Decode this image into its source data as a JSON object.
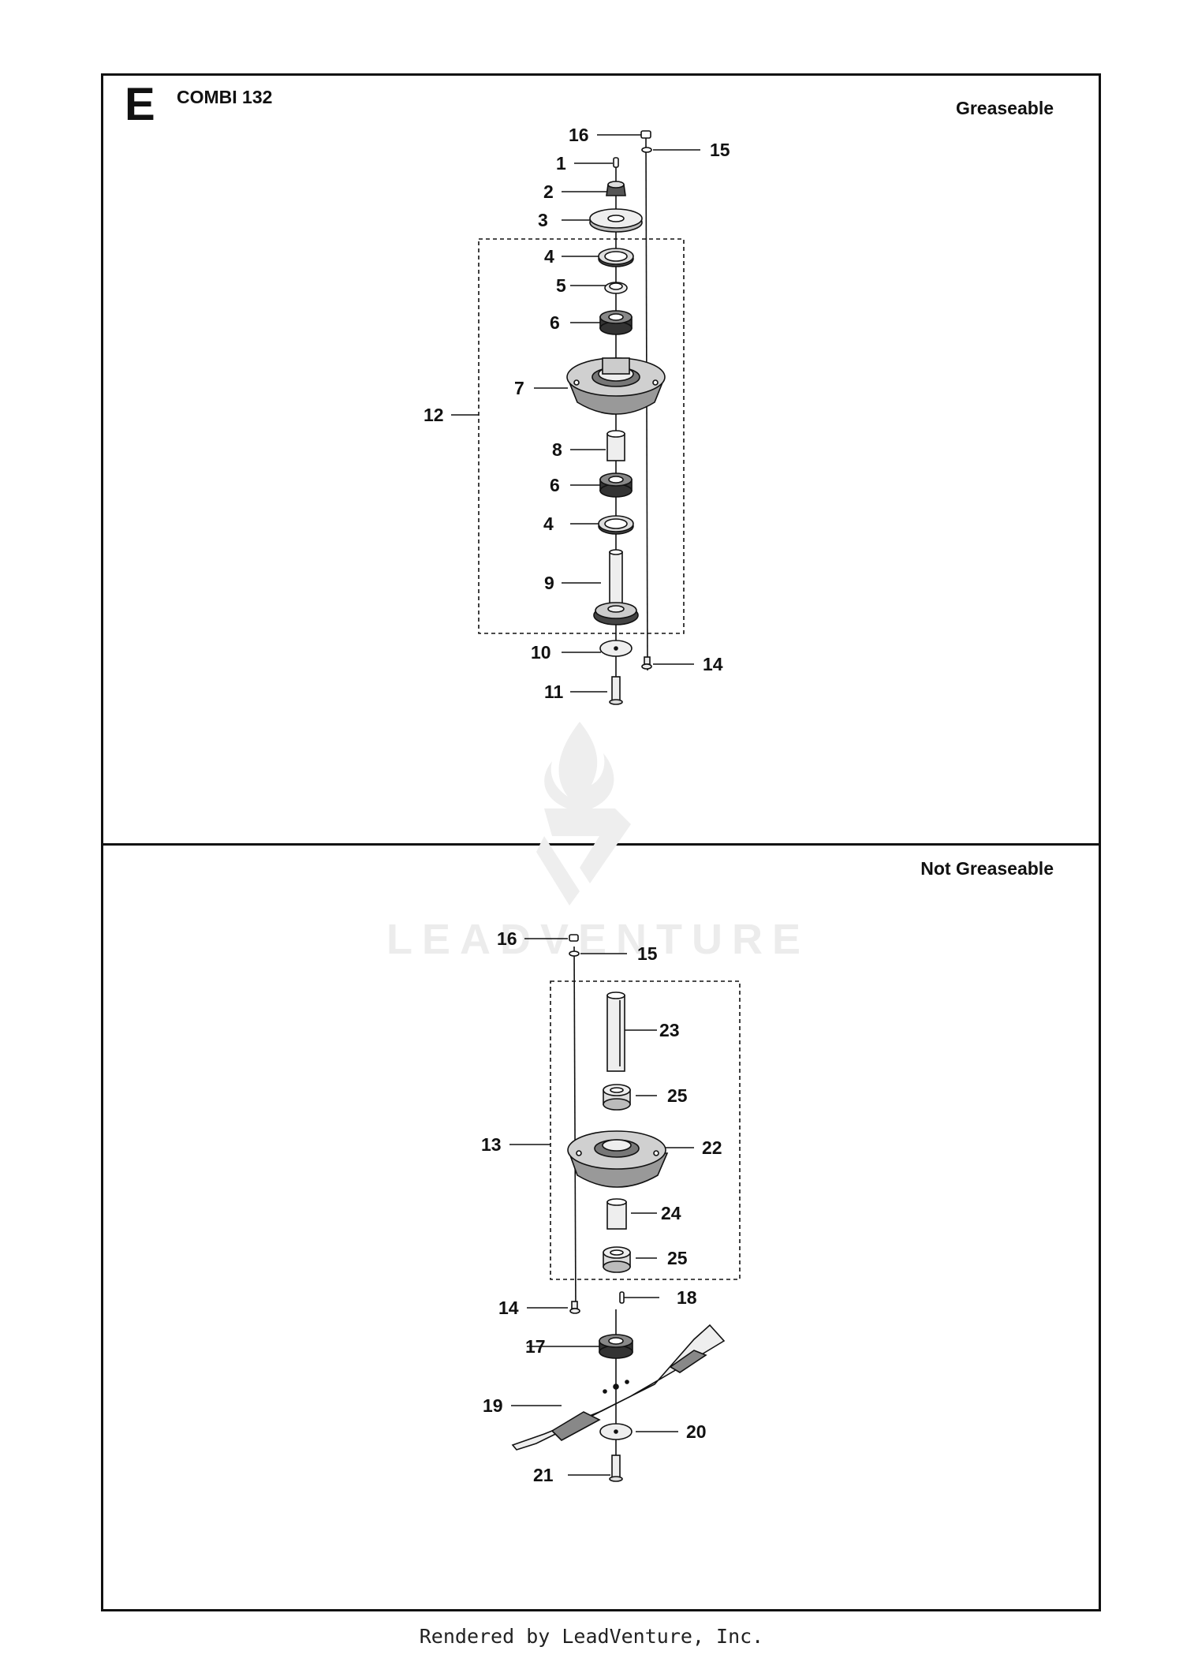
{
  "header": {
    "section_letter": "E",
    "model": "COMBI 132"
  },
  "sections": {
    "top_label": "Greaseable",
    "bottom_label": "Not Greaseable"
  },
  "watermark": "LEADVENTURE",
  "footer": "Rendered by LeadVenture, Inc.",
  "top_callouts": [
    "16",
    "15",
    "1",
    "2",
    "3",
    "4",
    "5",
    "6",
    "7",
    "12",
    "8",
    "6",
    "4",
    "9",
    "10",
    "14",
    "11"
  ],
  "bottom_callouts": [
    "16",
    "15",
    "23",
    "25",
    "13",
    "22",
    "24",
    "25",
    "18",
    "14",
    "17",
    "19",
    "20",
    "21"
  ]
}
